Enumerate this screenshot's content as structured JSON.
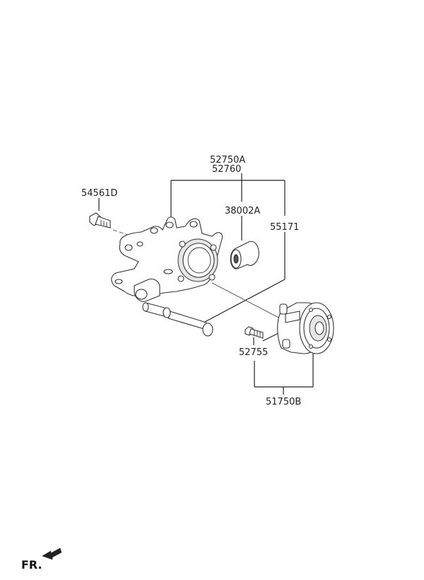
{
  "labels": {
    "knuckle_a": "52750A",
    "knuckle_b": "52760",
    "bolt": "54561D",
    "bushing": "38002A",
    "long_bolt": "55171",
    "hub_bolt": "52755",
    "hub_assembly": "51750B"
  },
  "front_marker": {
    "text": "FR."
  }
}
